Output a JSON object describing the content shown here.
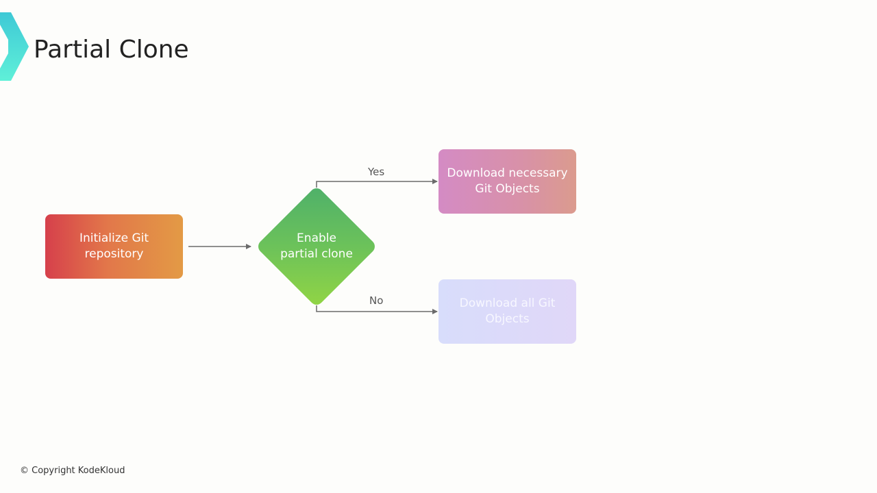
{
  "slide": {
    "title": "Partial Clone",
    "copyright": "© Copyright KodeKloud"
  },
  "diagram": {
    "nodes": {
      "init": {
        "line1": "Initialize Git",
        "line2": "repository"
      },
      "decision": {
        "line1": "Enable",
        "line2": "partial clone"
      },
      "download_necessary": {
        "line1": "Download necessary",
        "line2": "Git Objects"
      },
      "download_all": {
        "line1": "Download all Git",
        "line2": "Objects"
      }
    },
    "edges": {
      "yes_label": "Yes",
      "no_label": "No"
    }
  },
  "colors": {
    "accent_logo": "#3fd8d0",
    "init_gradient": [
      "#d6404b",
      "#e39a45"
    ],
    "decision_gradient": [
      "#4eb06a",
      "#92d544"
    ],
    "necessary_gradient": [
      "#d48bc4",
      "#db9b8e"
    ],
    "all_gradient": [
      "#d8ddfb",
      "#e0d7f8"
    ],
    "connector": "#6b6b6b"
  }
}
